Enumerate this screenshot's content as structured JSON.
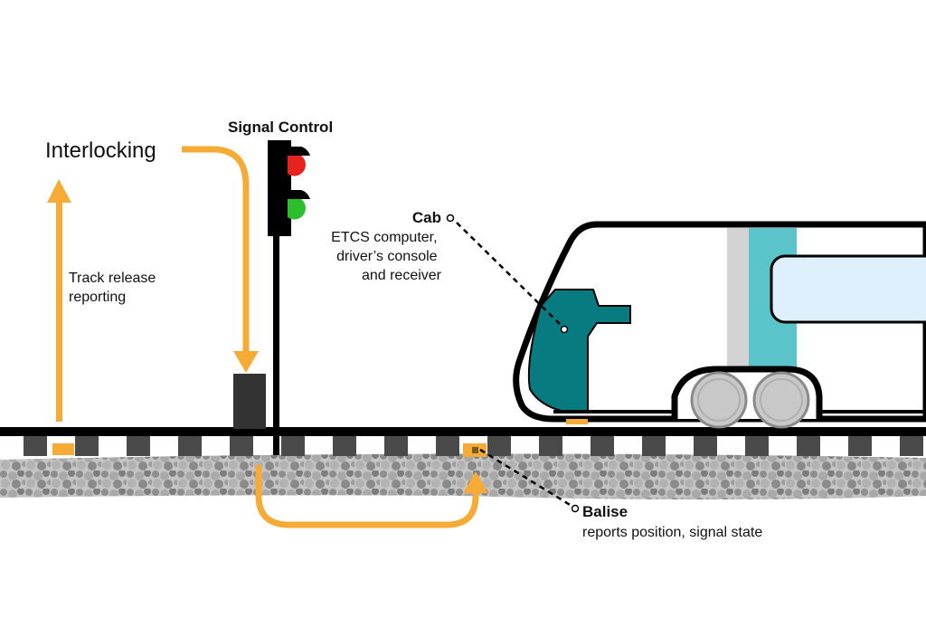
{
  "labels": {
    "interlocking": "Interlocking",
    "track_release": [
      "Track release",
      "reporting"
    ],
    "signal_control": "Signal Control",
    "cab_title": "Cab",
    "cab_desc": [
      "ETCS computer,",
      "driver’s console",
      "and receiver"
    ],
    "balise_title": "Balise",
    "balise_desc": "reports position, signal state"
  },
  "colors": {
    "arrow": "#F5AB35",
    "rail": "#000000",
    "sleeper": "#4a4a4a",
    "ballast": "#b8b8b8",
    "cab": "#077B80",
    "stripe_cyan": "#5BC3CA",
    "stripe_grey": "#D3D3D3",
    "window": "#DDF0FC",
    "signal_red": "#E8221C",
    "signal_green": "#2DBE2D",
    "detector": "#333333"
  }
}
